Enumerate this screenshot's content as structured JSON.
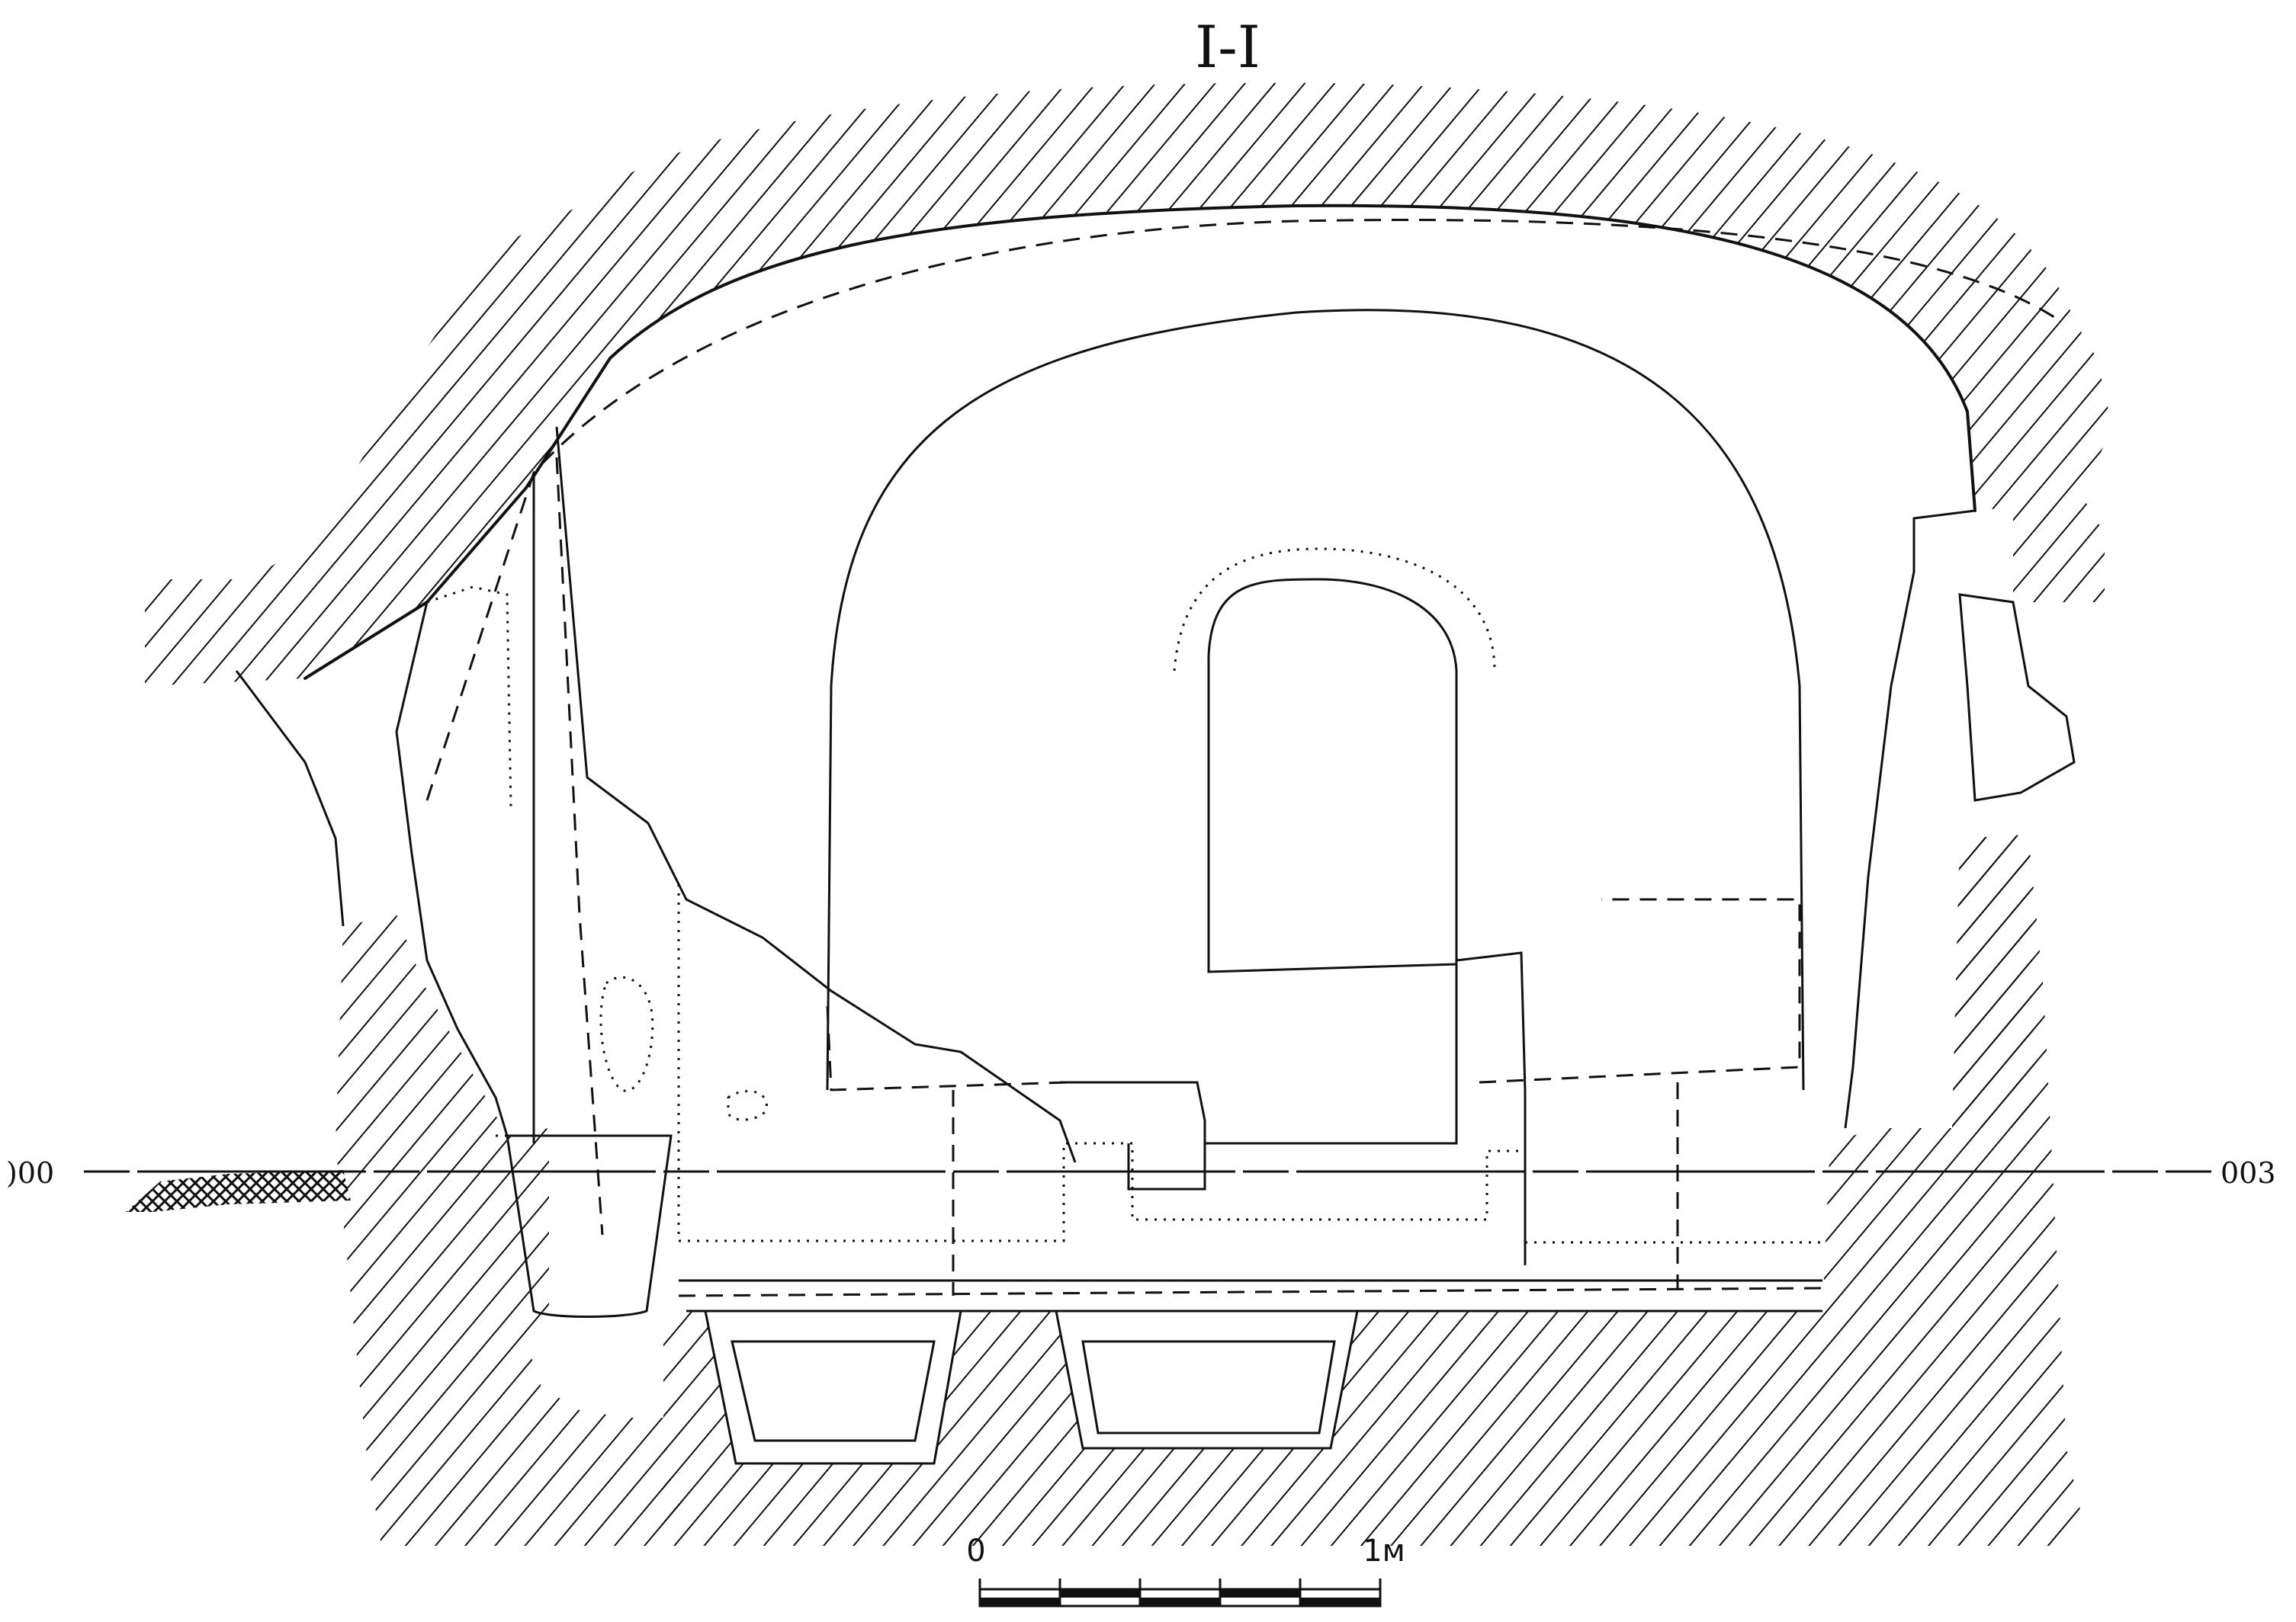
{
  "drawing": {
    "section_label": "I-I",
    "level_left": ")00",
    "level_right": "003",
    "scale_zero": "0",
    "scale_end": "1м",
    "scale_segments": 5
  },
  "colors": {
    "ink": "#111111",
    "paper": "#ffffff"
  }
}
